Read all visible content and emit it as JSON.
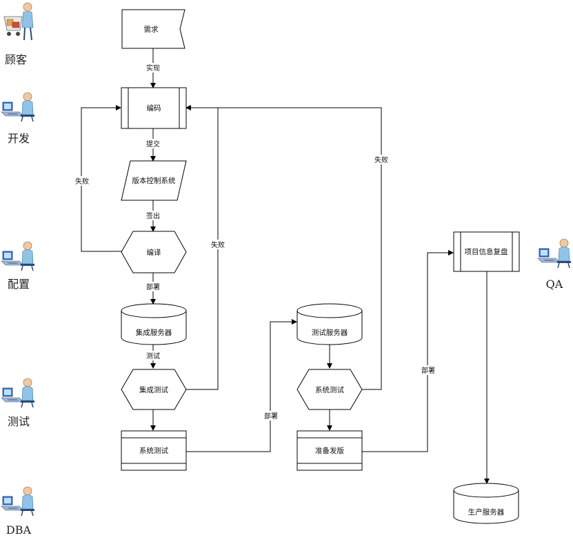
{
  "roles": [
    {
      "id": "customer",
      "label": "顾客",
      "icon": "shopping-customer-icon"
    },
    {
      "id": "dev",
      "label": "开发",
      "icon": "developer-workstation-icon"
    },
    {
      "id": "config",
      "label": "配置",
      "icon": "config-workstation-icon"
    },
    {
      "id": "test",
      "label": "测试",
      "icon": "tester-workstation-icon"
    },
    {
      "id": "dba",
      "label": "DBA",
      "icon": "dba-workstation-icon"
    },
    {
      "id": "qa",
      "label": "QA",
      "icon": "qa-workstation-icon"
    }
  ],
  "nodes": {
    "requirement": "需求",
    "coding": "编码",
    "vcs": "版本控制系统",
    "compile": "编译",
    "integration_server": "集成服务器",
    "integration_test": "集成测试",
    "system_test_box": "系统测试",
    "test_server": "测试服务器",
    "system_test_hex": "系统测试",
    "prepare_release": "准备发版",
    "project_review": "项目信息复盘",
    "production_server": "生产服务器"
  },
  "edges": {
    "implement": "实现",
    "commit": "提交",
    "checkout": "签出",
    "deploy1": "部署",
    "test": "测试",
    "fail_left": "失败",
    "fail_mid": "失败",
    "fail_right": "失败",
    "deploy2": "部署",
    "deploy3": "部署"
  }
}
